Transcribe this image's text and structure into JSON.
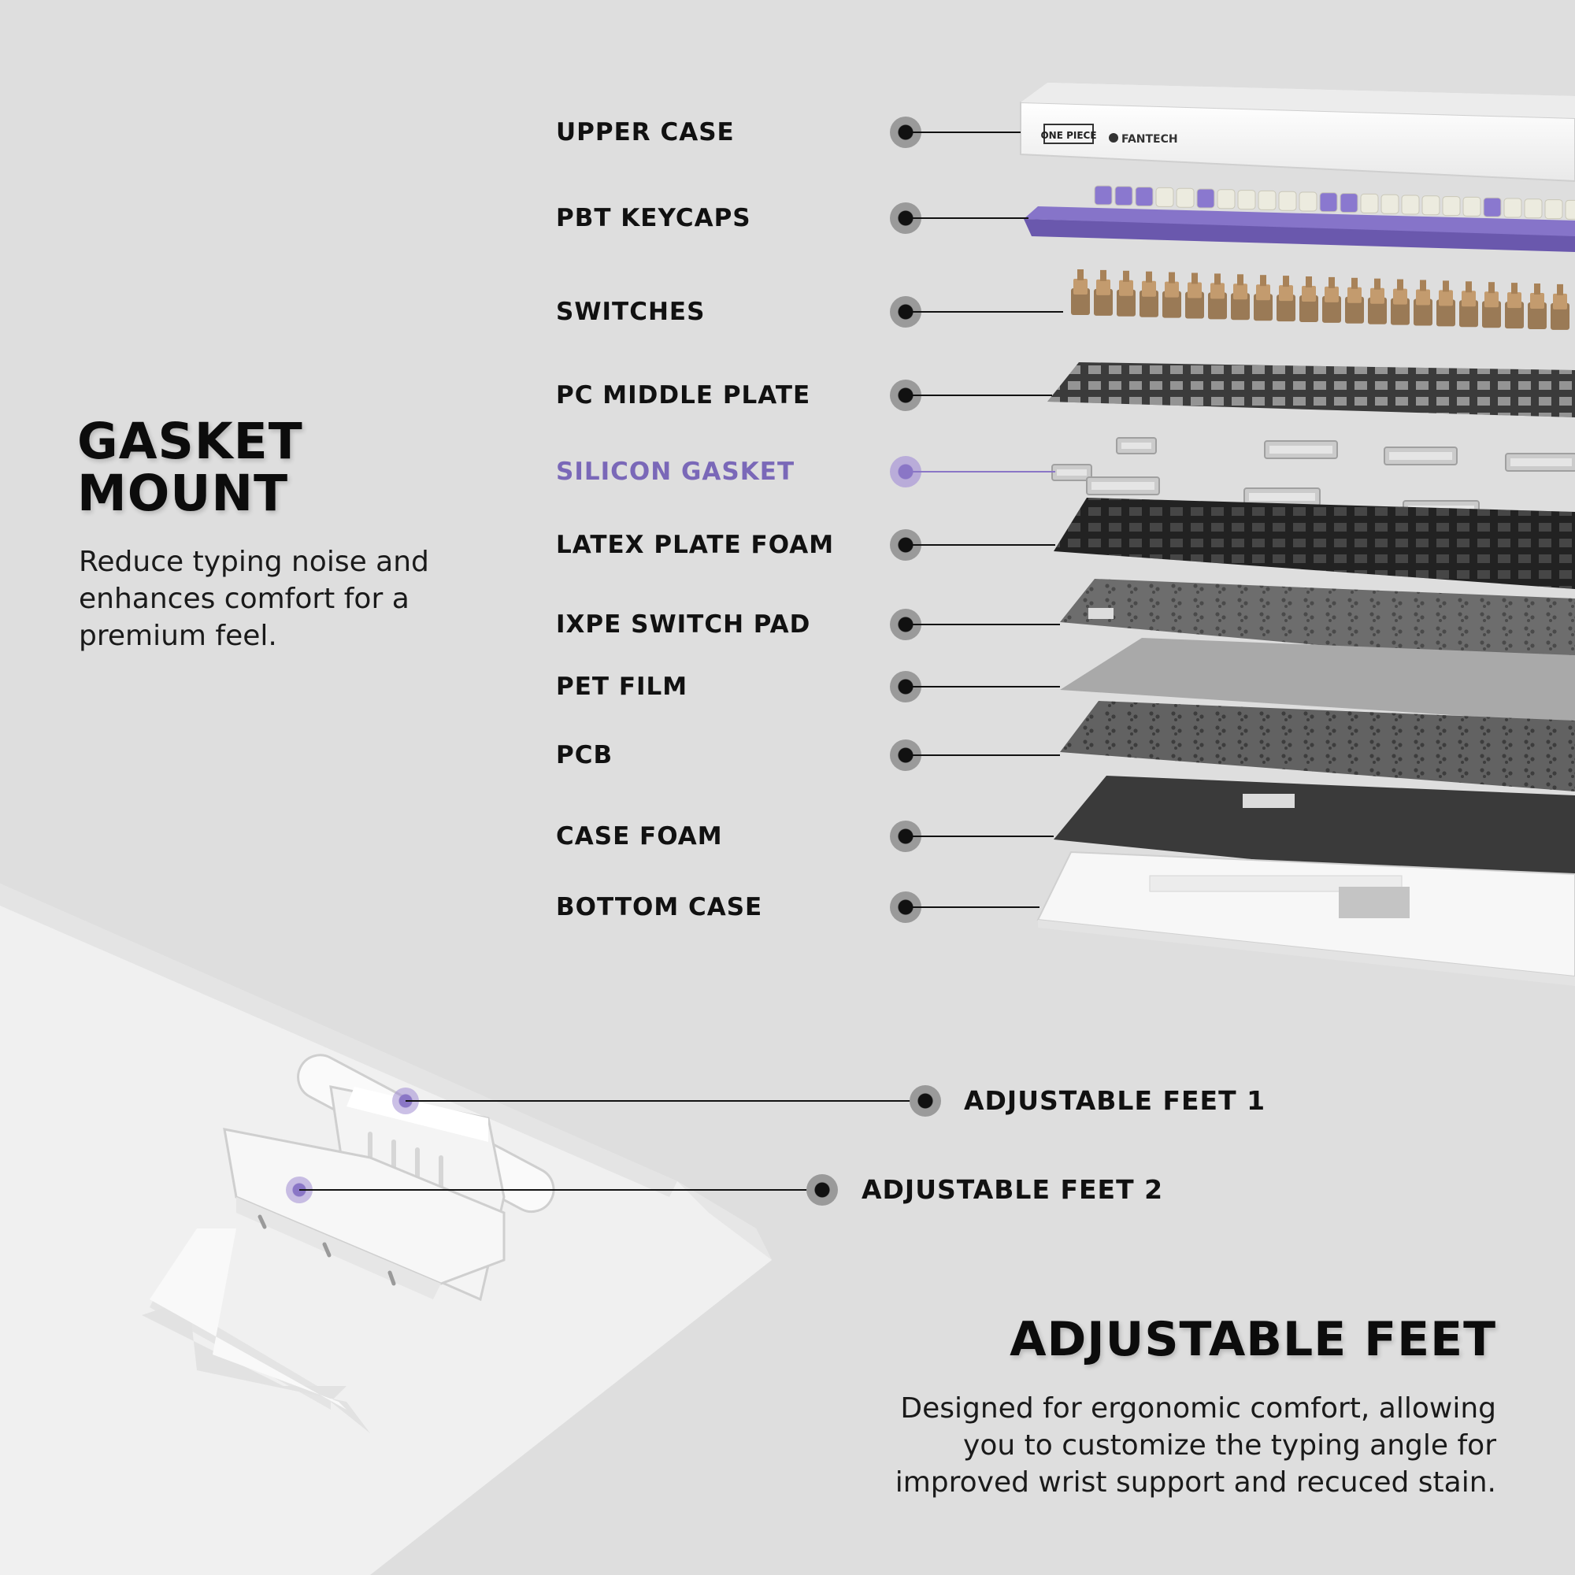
{
  "gasket": {
    "title_line1": "GASKET",
    "title_line2": "MOUNT",
    "description": "Reduce typing noise and enhances comfort for a premium feel."
  },
  "layers": [
    {
      "label": "UPPER CASE",
      "accent": false
    },
    {
      "label": "PBT KEYCAPS",
      "accent": false
    },
    {
      "label": "SWITCHES",
      "accent": false
    },
    {
      "label": "PC MIDDLE PLATE",
      "accent": false
    },
    {
      "label": "SILICON GASKET",
      "accent": true
    },
    {
      "label": "LATEX PLATE FOAM",
      "accent": false
    },
    {
      "label": "IXPE SWITCH PAD",
      "accent": false
    },
    {
      "label": "PET FILM",
      "accent": false
    },
    {
      "label": "PCB",
      "accent": false
    },
    {
      "label": "CASE FOAM",
      "accent": false
    },
    {
      "label": "BOTTOM CASE",
      "accent": false
    }
  ],
  "case_branding": {
    "logo_text": "ONE PIECE",
    "brand_text": "FANTECH"
  },
  "feet_labels": {
    "feet1": "ADJUSTABLE FEET 1",
    "feet2": "ADJUSTABLE FEET 2"
  },
  "feet": {
    "title": "ADJUSTABLE FEET",
    "description_line1": "Designed for ergonomic comfort, allowing",
    "description_line2": "you to customize the typing angle for",
    "description_line3": "improved wrist support and recuced stain."
  },
  "colors": {
    "background": "#dedede",
    "accent": "#8a76c6",
    "keycap_purple": "#7f6cc4",
    "switch_tan": "#b8926a"
  }
}
